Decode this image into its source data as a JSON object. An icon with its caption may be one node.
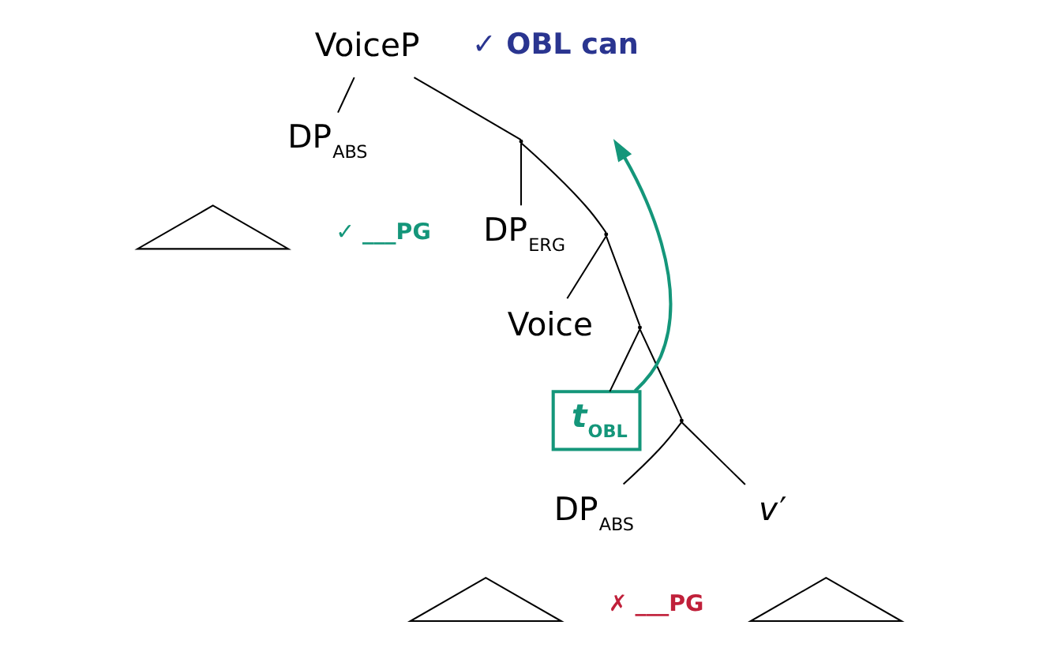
{
  "diagram": {
    "nodes": [
      {
        "text": [
          "VoiceP"
        ]
      },
      {
        "text": [
          "DP$_{ABS}$"
        ]
      },
      {
        "text": [],
        "shape": "triangle",
        "beside": [
          "✓ ___PG"
        ]
      },
      {
        "text": [],
        "shape": "point"
      },
      {
        "text": [
          "DP$_{ERG}$"
        ]
      },
      {
        "text": [],
        "shape": "point"
      },
      {
        "text": [
          "Voice"
        ]
      },
      {
        "text": [],
        "shape": "point"
      },
      {
        "text": [
          "*t*$_{OBL}$"
        ]
      },
      {
        "text": [],
        "shape": "point"
      },
      {
        "text": [
          "DP$_{ABS}$"
        ]
      },
      {
        "text": [
          "*v*′"
        ]
      },
      {
        "text": [],
        "shape": "triangle",
        "beside": [
          "✗ ___PG"
        ]
      },
      {
        "text": [],
        "shape": "triangle"
      }
    ],
    "edges": [
      {
        "from": 0,
        "to": 1,
        "arrow": "none"
      },
      {
        "from": 0,
        "to": 3,
        "arrow": "none"
      },
      {
        "from": 3,
        "to": 4,
        "arrow": "none"
      },
      {
        "from": 3,
        "to": 5,
        "arrow": "none"
      },
      {
        "from": 5,
        "to": 6,
        "arrow": "none"
      },
      {
        "from": 5,
        "to": 7,
        "arrow": "none"
      },
      {
        "from": 7,
        "to": 8,
        "arrow": "none"
      },
      {
        "from": 7,
        "to": 9,
        "arrow": "none"
      },
      {
        "from": 9,
        "to": 10,
        "arrow": "none"
      },
      {
        "from": 9,
        "to": 11,
        "arrow": "none"
      },
      {
        "from": 8,
        "to": null,
        "arrow": "to",
        "color": "#14967a"
      }
    ],
    "labels": [
      "✓ OBL can"
    ]
  }
}
